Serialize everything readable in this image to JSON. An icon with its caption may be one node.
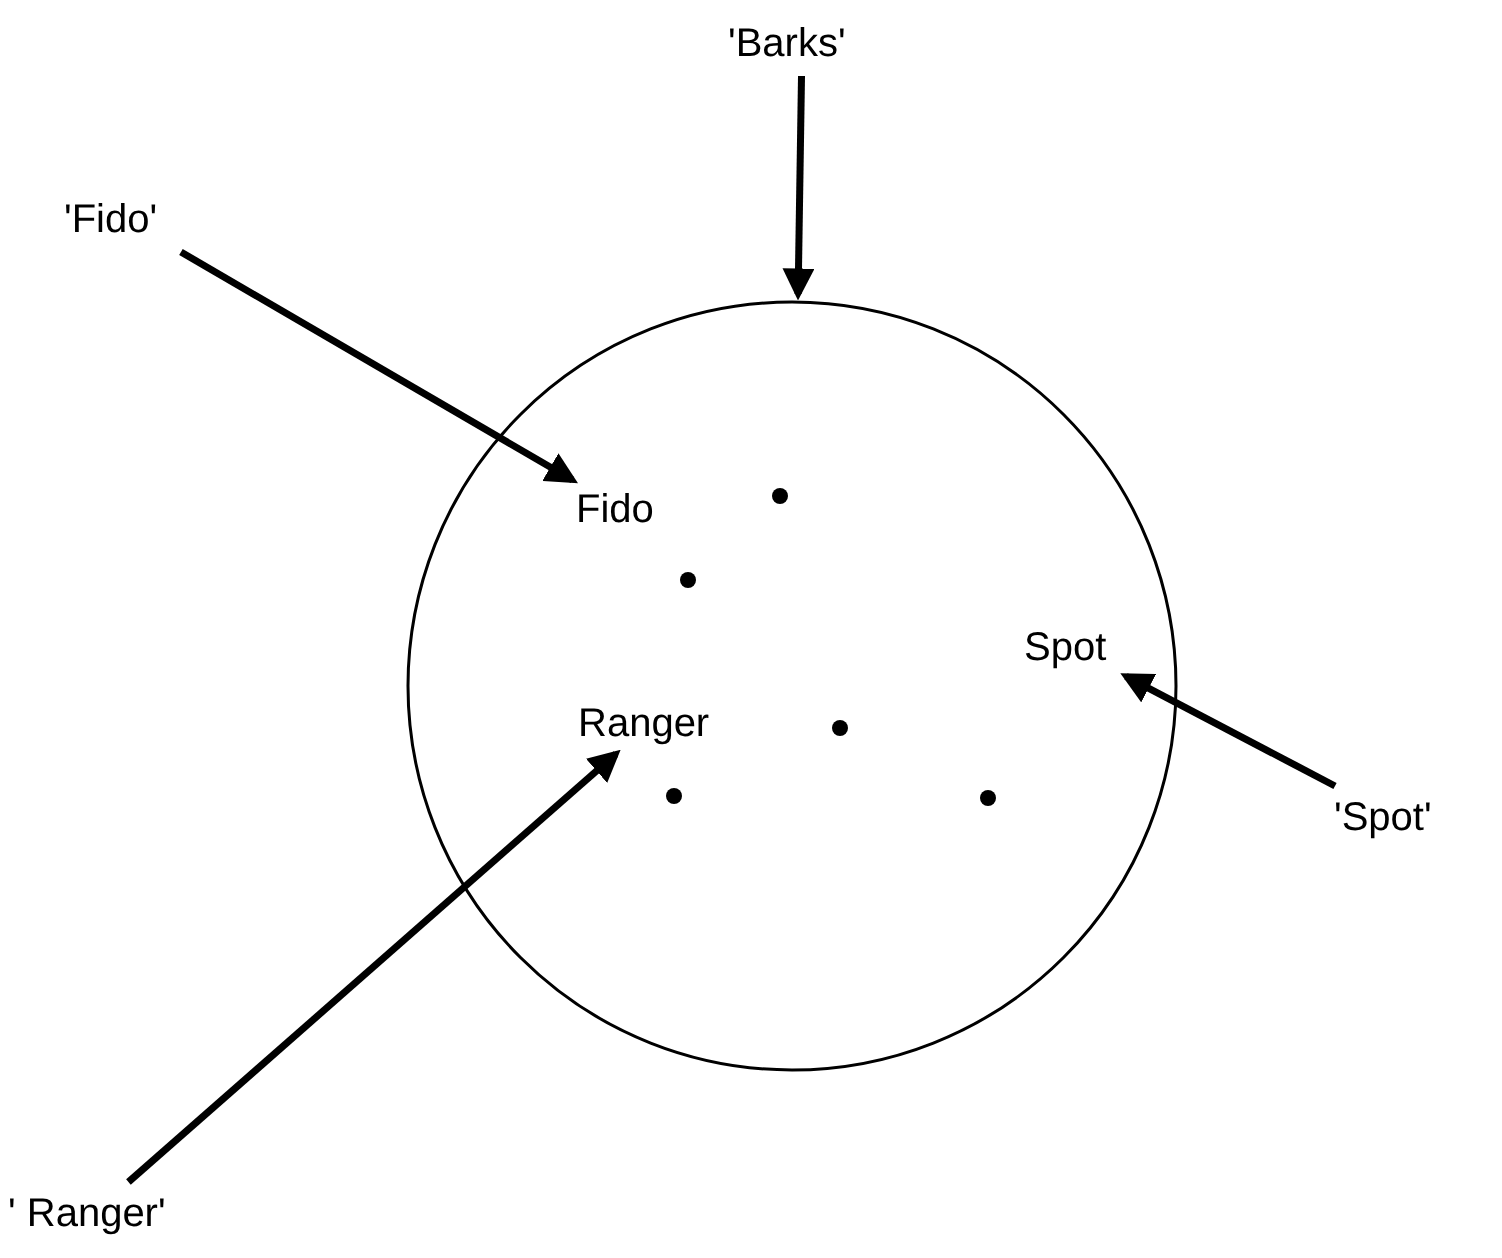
{
  "diagram": {
    "nodes": [
      {
        "text": [
          "'Barks'"
        ]
      },
      {
        "text": [
          "'Fido'"
        ]
      },
      {
        "text": [],
        "shape": "circle"
      },
      {
        "text": [
          "Fido"
        ],
        "in": 2
      },
      {
        "text": [
          "Spot"
        ],
        "in": 2
      },
      {
        "text": [
          "Ranger"
        ],
        "in": 2
      },
      {
        "text": [
          "'Spot'"
        ]
      },
      {
        "text": [
          "' Ranger'"
        ]
      }
    ],
    "edges": [
      {
        "from": 0,
        "to": 2,
        "arrow": "to"
      },
      {
        "from": 1,
        "to": 3,
        "arrow": "to"
      },
      {
        "from": 6,
        "to": 4,
        "arrow": "to"
      },
      {
        "from": 7,
        "to": 5,
        "arrow": "to"
      }
    ]
  }
}
